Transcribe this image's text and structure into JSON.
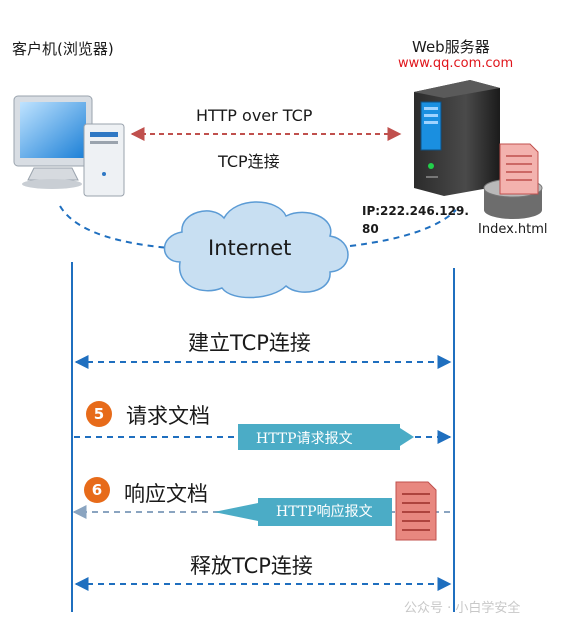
{
  "client": {
    "title": "客户机(浏览器)"
  },
  "server": {
    "title": "Web服务器",
    "url": "www.qq.com.com",
    "ip": "IP:222.246.129.80",
    "file": "Index.html"
  },
  "link": {
    "protocol": "HTTP over TCP",
    "connection": "TCP连接"
  },
  "network": {
    "label": "Internet"
  },
  "steps": {
    "establish": "建立TCP连接",
    "request": {
      "number": "5",
      "label": "请求文档",
      "message": "HTTP请求报文"
    },
    "response": {
      "number": "6",
      "label": "响应文档",
      "message": "HTTP响应报文"
    },
    "release": "释放TCP连接"
  },
  "watermark": "公众号 · 小白学安全",
  "colors": {
    "timeline": "#1f6fbf",
    "dashed_link": "#c0504d",
    "message_box": "#4bacc6",
    "step_badge": "#e76b1a",
    "url": "#e0151b"
  }
}
